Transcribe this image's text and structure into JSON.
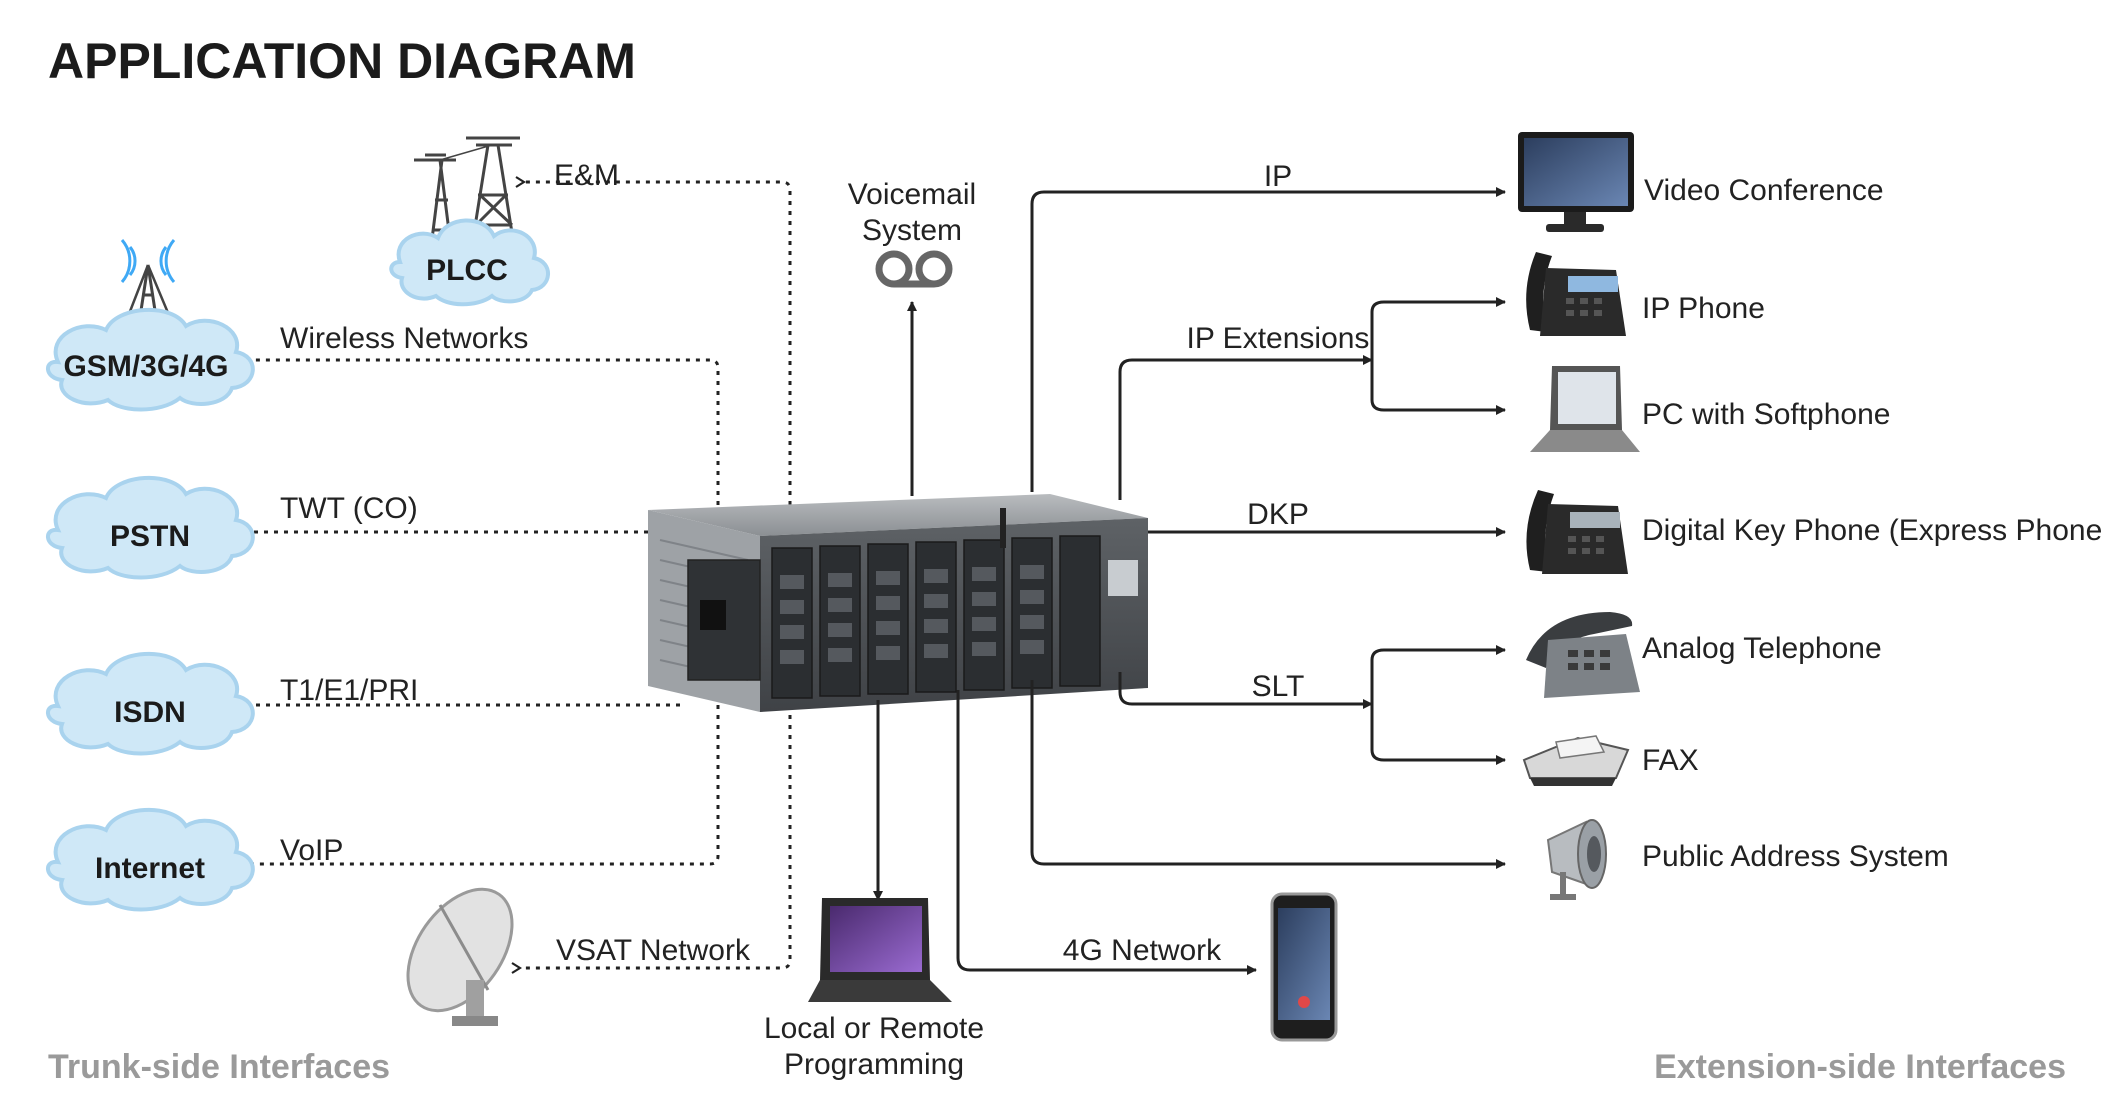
{
  "title": "APPLICATION DIAGRAM",
  "trunk_side_label": "Trunk-side Interfaces",
  "extension_side_label": "Extension-side Interfaces",
  "clouds": {
    "plcc": "PLCC",
    "gsm": "GSM/3G/4G",
    "pstn": "PSTN",
    "isdn": "ISDN",
    "internet": "Internet"
  },
  "trunk_links": {
    "em": "E&M",
    "wireless": "Wireless Networks",
    "twt": "TWT (CO)",
    "t1": "T1/E1/PRI",
    "voip": "VoIP",
    "vsat": "VSAT Network"
  },
  "voicemail": {
    "line1": "Voicemail",
    "line2": "System"
  },
  "programming": {
    "line1": "Local or Remote",
    "line2": "Programming"
  },
  "extension_links": {
    "ip": "IP",
    "ip_ext": "IP Extensions",
    "dkp": "DKP",
    "slt": "SLT",
    "g4": "4G Network"
  },
  "devices": {
    "video": "Video Conference",
    "ip_phone": "IP Phone",
    "softphone": "PC with Softphone",
    "dkp_phone": "Digital Key Phone (Express Phone)",
    "analog": "Analog Telephone",
    "fax": "FAX",
    "pa": "Public Address System"
  },
  "colors": {
    "cloud_fill": "#cfe8f7",
    "cloud_stroke": "#a9d3ee",
    "line": "#222222",
    "side_label": "#9a9a9a",
    "chassis": "#6a6e72"
  }
}
